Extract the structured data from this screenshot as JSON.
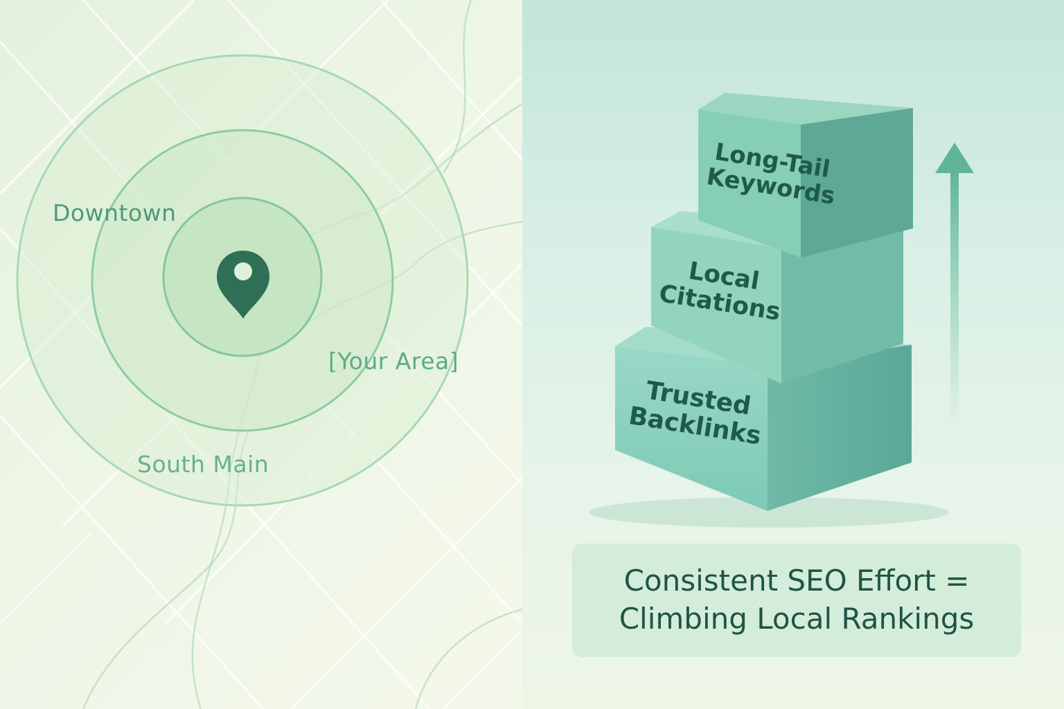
{
  "map": {
    "labels": {
      "downtown": "Downtown",
      "your_area": "[Your Area]",
      "south_main": "South Main"
    },
    "pin_icon": "map-pin-icon"
  },
  "ranking_stack": {
    "blocks": [
      {
        "line1": "Long-Tail",
        "line2": "Keywords"
      },
      {
        "line1": "Local",
        "line2": "Citations"
      },
      {
        "line1": "Trusted",
        "line2": "Backlinks"
      }
    ],
    "arrow_icon": "arrow-up-icon"
  },
  "caption": {
    "line1": "Consistent SEO Effort =",
    "line2": "Climbing Local Rankings"
  },
  "colors": {
    "pin": "#2e6f55",
    "ring": "#8ccca2",
    "block_top": "#7fc8b0",
    "block_front": "#88cfbf",
    "text_dark": "#1f5a4a",
    "arrow": "#6fbfa0"
  }
}
